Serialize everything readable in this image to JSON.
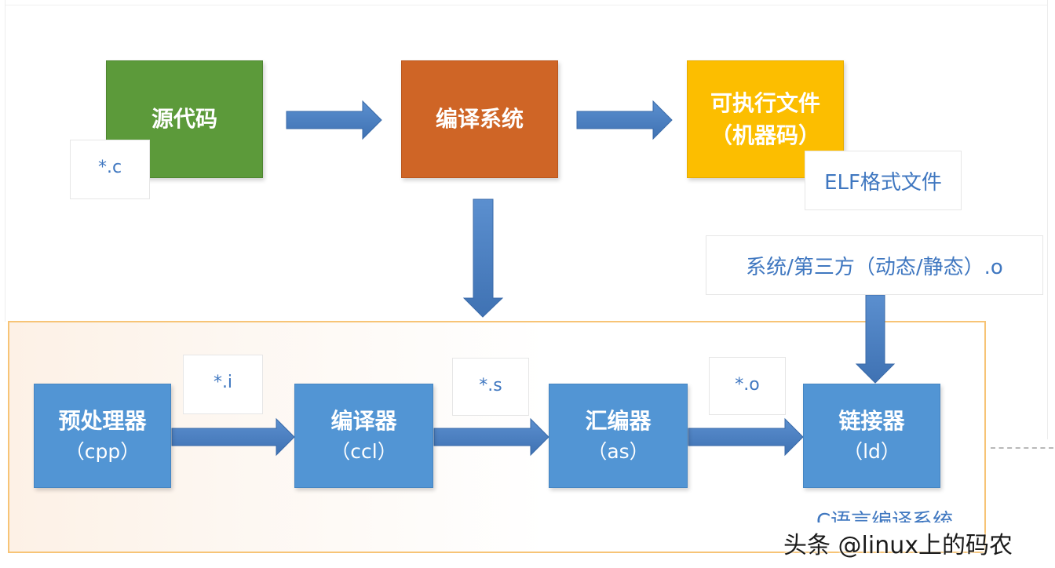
{
  "top_row": {
    "source": {
      "label": "源代码",
      "ext": "*.c"
    },
    "compile_system": {
      "label": "编译系统"
    },
    "executable": {
      "line1": "可执行文件",
      "line2": "（机器码）",
      "format": "ELF格式文件"
    }
  },
  "libraries": {
    "label": "系统/第三方（动态/静态）.o"
  },
  "pipeline": {
    "region_label": "C语言编译系统",
    "stages": [
      {
        "name": "预处理器",
        "tool": "（cpp）"
      },
      {
        "name": "编译器",
        "tool": "（ccl）"
      },
      {
        "name": "汇编器",
        "tool": "（as）"
      },
      {
        "name": "链接器",
        "tool": "（ld）"
      }
    ],
    "intermediate_files": [
      "*.i",
      "*.s",
      "*.o"
    ]
  },
  "watermark": "头条 @linux上的码农",
  "colors": {
    "source_box": "#5c9a3a",
    "compile_box": "#cf6526",
    "executable_box": "#fcbe00",
    "stage_box": "#5295d4",
    "arrow": "#4a7ebb",
    "region_border": "#f7c476",
    "tag_text": "#3f77c0"
  }
}
